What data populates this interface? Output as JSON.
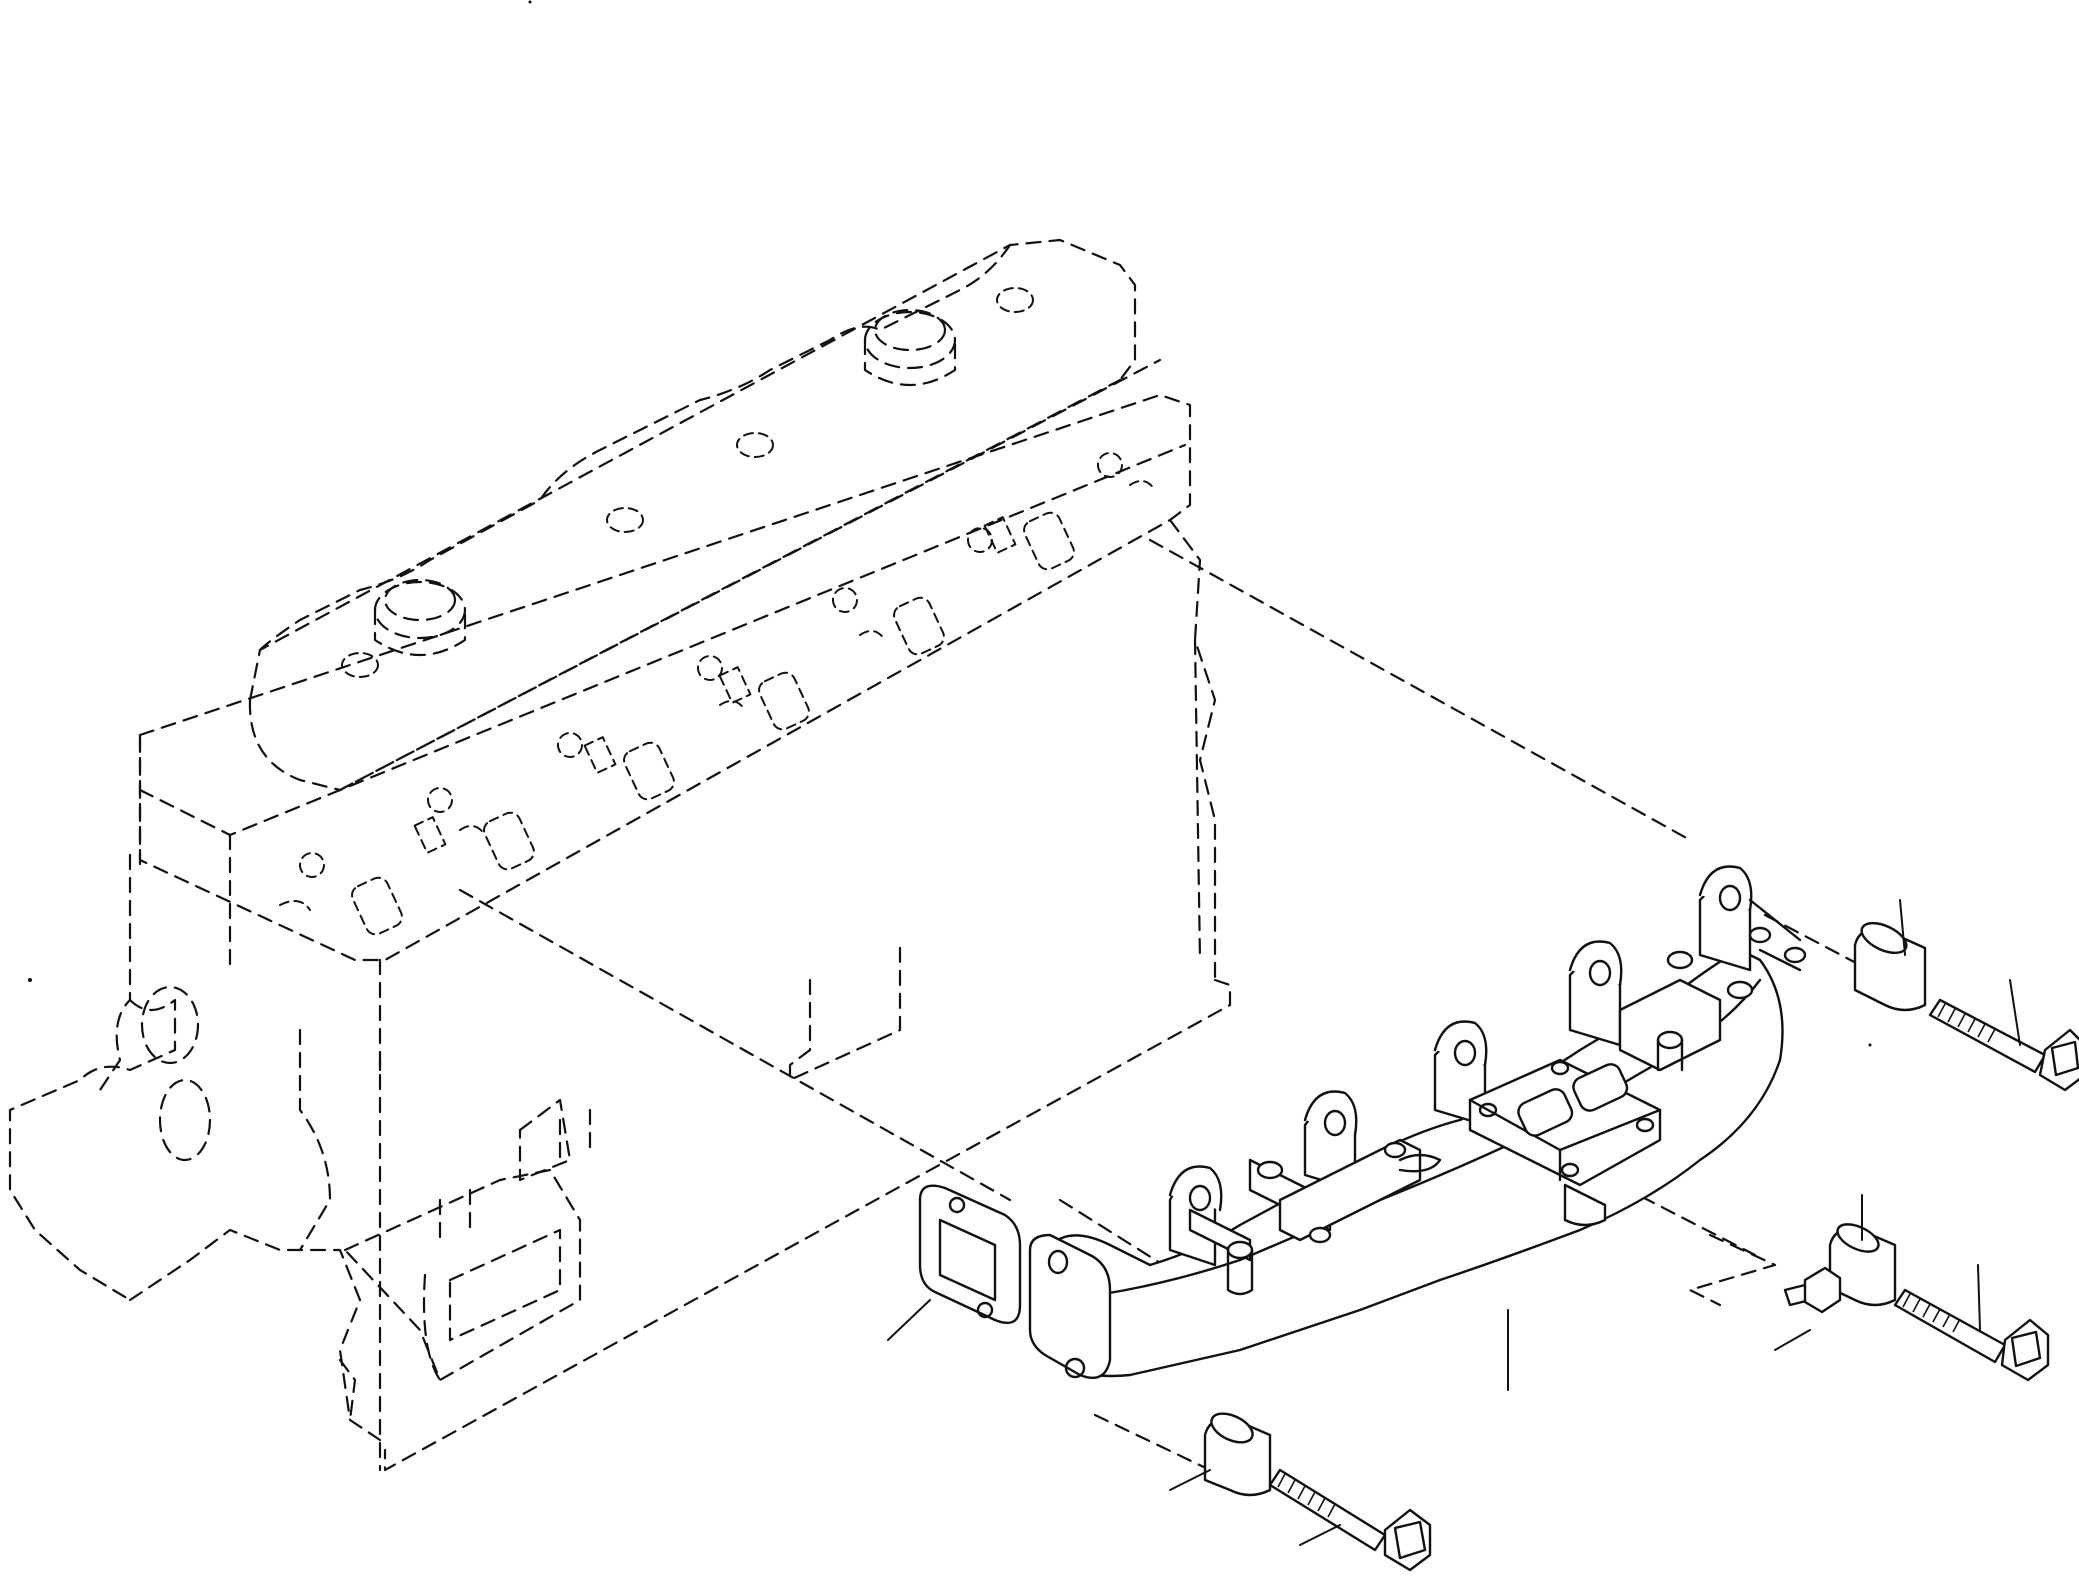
{
  "diagram": {
    "parts": [
      {
        "id": "cylinder-head-phantom"
      },
      {
        "id": "engine-block-phantom"
      },
      {
        "id": "exhaust-manifold"
      },
      {
        "id": "manifold-gasket"
      },
      {
        "id": "spacer-front"
      },
      {
        "id": "bolt-front"
      },
      {
        "id": "spacer-rear-upper"
      },
      {
        "id": "bolt-rear-upper"
      },
      {
        "id": "spacer-rear-lower"
      },
      {
        "id": "bolt-rear-lower"
      },
      {
        "id": "plug"
      }
    ],
    "callouts": []
  },
  "colors": {
    "line": "#111111",
    "background": "#ffffff"
  }
}
